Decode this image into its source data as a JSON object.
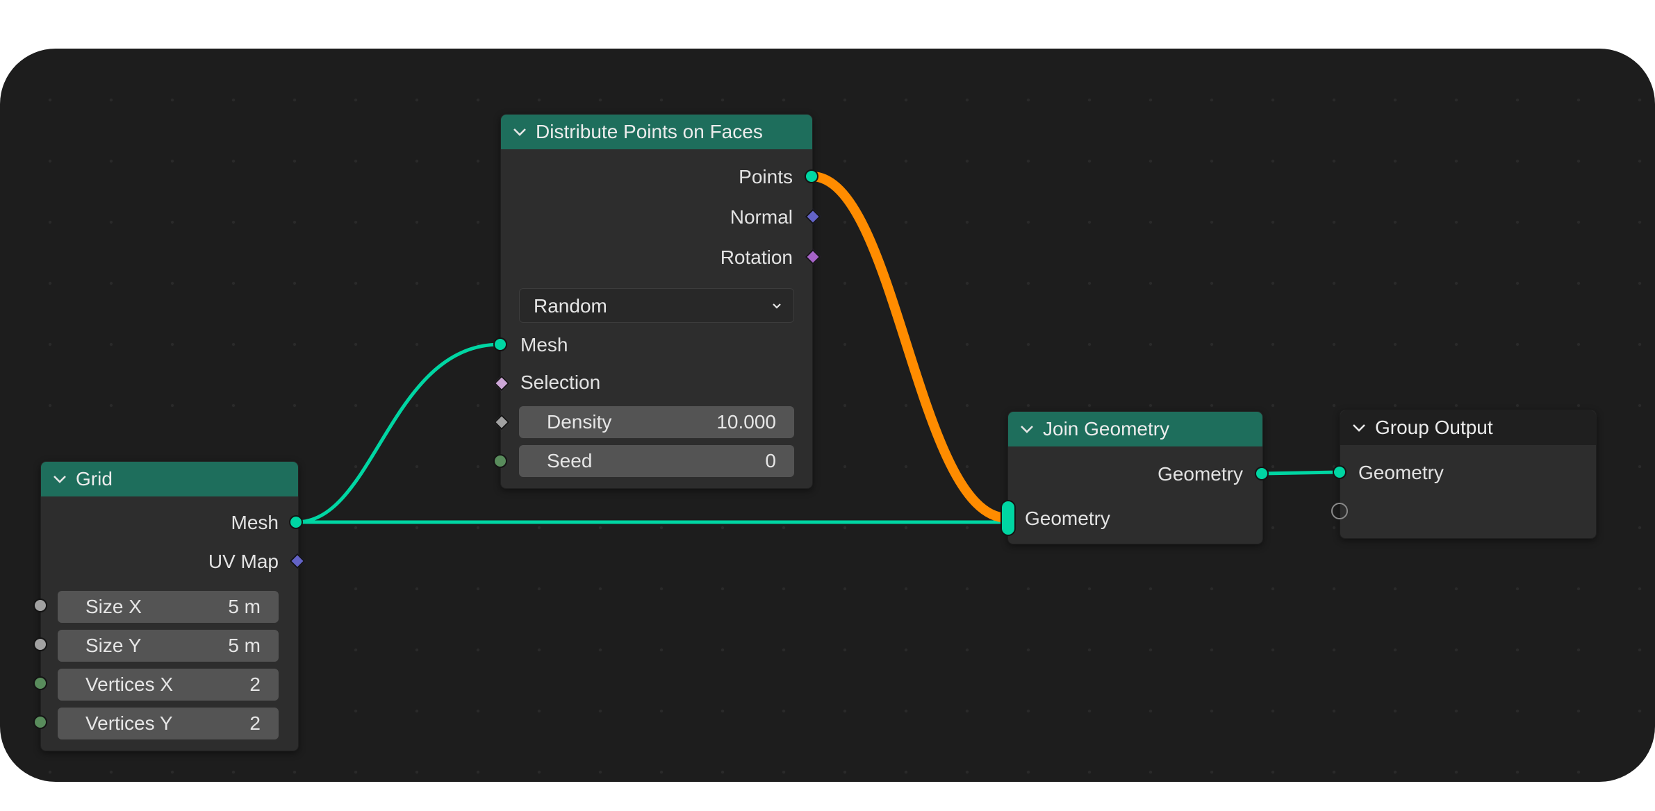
{
  "colors": {
    "geometry": "#00d6a3",
    "vector": "#6363c7",
    "rotation": "#a663c7",
    "integer": "#598c5c",
    "float": "#a1a1a1",
    "boolean": "#cca6d6",
    "selected_link": "#ff8c00",
    "header_geometry": "#1e6e5c",
    "header_output": "#1f1f1f"
  },
  "nodes": {
    "grid": {
      "title": "Grid",
      "outputs": {
        "mesh": "Mesh",
        "uv_map": "UV Map"
      },
      "inputs": {
        "size_x": {
          "label": "Size X",
          "value": "5 m"
        },
        "size_y": {
          "label": "Size Y",
          "value": "5 m"
        },
        "vertices_x": {
          "label": "Vertices X",
          "value": "2"
        },
        "vertices_y": {
          "label": "Vertices Y",
          "value": "2"
        }
      }
    },
    "distribute": {
      "title": "Distribute Points on Faces",
      "outputs": {
        "points": "Points",
        "normal": "Normal",
        "rotation": "Rotation"
      },
      "mode": "Random",
      "inputs": {
        "mesh": "Mesh",
        "selection": "Selection",
        "density": {
          "label": "Density",
          "value": "10.000"
        },
        "seed": {
          "label": "Seed",
          "value": "0"
        }
      }
    },
    "join": {
      "title": "Join Geometry",
      "output": "Geometry",
      "input": "Geometry"
    },
    "group_output": {
      "title": "Group Output",
      "input": "Geometry"
    }
  }
}
